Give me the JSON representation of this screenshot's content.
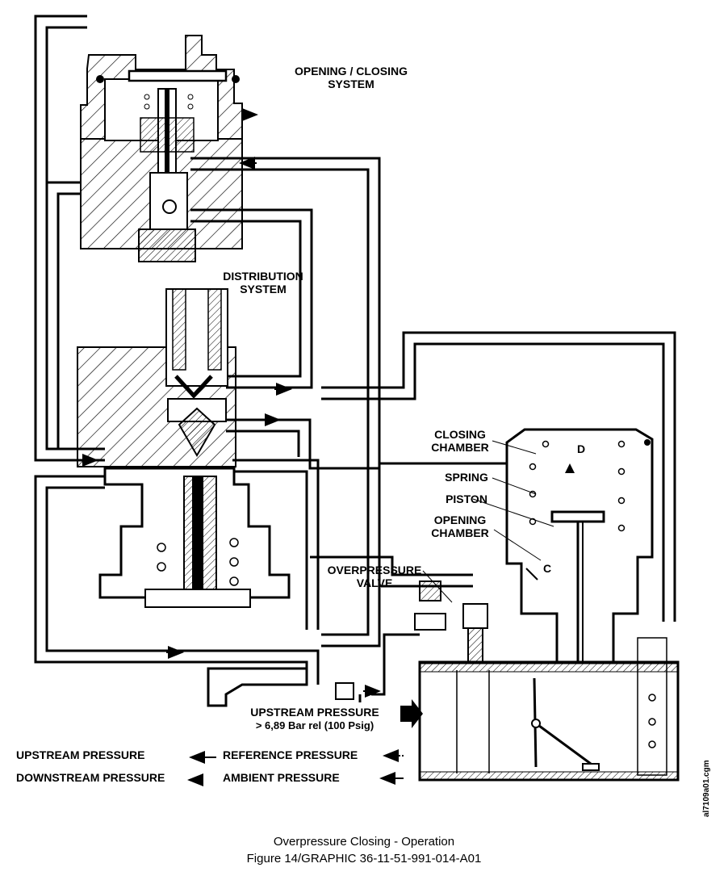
{
  "labels": {
    "opening_closing_system_1": "OPENING / CLOSING",
    "opening_closing_system_2": "SYSTEM",
    "distribution_system_1": "DISTRIBUTION",
    "distribution_system_2": "SYSTEM",
    "closing_chamber_1": "CLOSING",
    "closing_chamber_2": "CHAMBER",
    "spring": "SPRING",
    "piston": "PISTON",
    "opening_chamber_1": "OPENING",
    "opening_chamber_2": "CHAMBER",
    "overpressure_valve_1": "OVERPRESSURE",
    "overpressure_valve_2": "VALVE",
    "chamber_d": "D",
    "chamber_c": "C",
    "upstream_pressure_main": "UPSTREAM PRESSURE",
    "upstream_pressure_value": "> 6,89 Bar rel (100 Psig)"
  },
  "legend": {
    "upstream_pressure": "UPSTREAM PRESSURE",
    "downstream_pressure": "DOWNSTREAM PRESSURE",
    "reference_pressure": "REFERENCE PRESSURE",
    "ambient_pressure": "AMBIENT PRESSURE"
  },
  "drawing_code": "al7109a01.cgm",
  "caption": {
    "title": "Overpressure  Closing  - Operation",
    "figure": "Figure 14/GRAPHIC  36-11-51-991-014-A01"
  }
}
